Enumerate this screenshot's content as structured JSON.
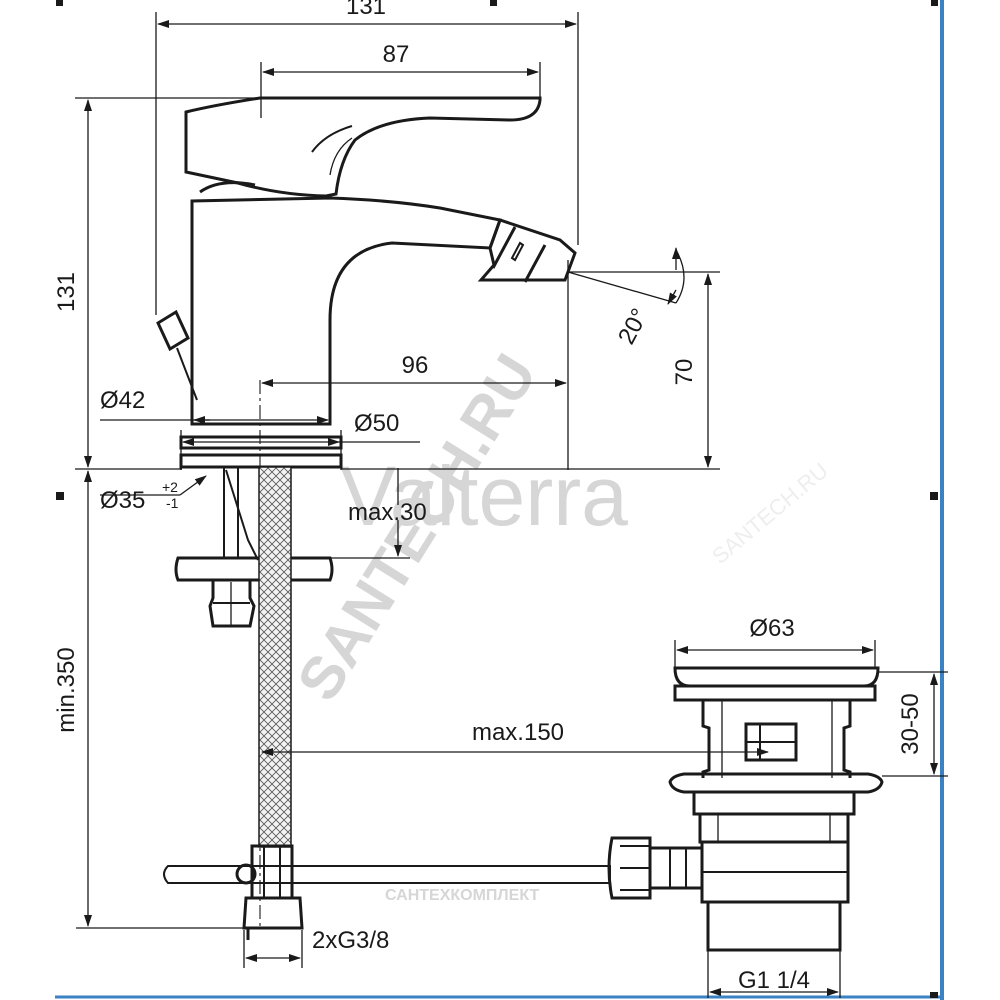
{
  "dimensions": {
    "total_width": "131",
    "handle_reach": "87",
    "total_height": "131",
    "diam_42": "Ø42",
    "diam_50": "Ø50",
    "spout_reach": "96",
    "spout_height": "70",
    "spout_angle": "20°",
    "diam_35": "Ø35",
    "tol_plus": "+2",
    "tol_minus": "-1",
    "max_30": "max.30",
    "min_350": "min.350",
    "diam_63": "Ø63",
    "range_30_50": "30-50",
    "max_150": "max.150",
    "thread_g38": "2xG3/8",
    "thread_g114": "G1 1/4"
  },
  "watermarks": {
    "brand": "Valterra",
    "site": "SANTECH.RU",
    "company": "САНТЕХКОМПЛЕКТ"
  },
  "colors": {
    "line": "#1a1a1a",
    "frame_accent": "#3b82c4",
    "watermark": "#d6d6d6"
  }
}
